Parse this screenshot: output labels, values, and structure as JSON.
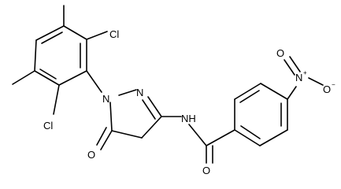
{
  "molecule": {
    "atoms": {
      "cl_top": "Cl",
      "cl_bottom": "Cl",
      "n_ring_1": "N",
      "n_ring_2": "N",
      "o_carbonyl_ring": "O",
      "nh": "NH",
      "o_amide": "O",
      "n_nitro": "N",
      "n_nitro_charge": "+",
      "o_nitro_top": "O",
      "o_nitro_right": "O",
      "o_nitro_right_charge": "−"
    },
    "colors": {
      "bond": "#000000",
      "label": "#000000",
      "background": "#ffffff"
    }
  }
}
